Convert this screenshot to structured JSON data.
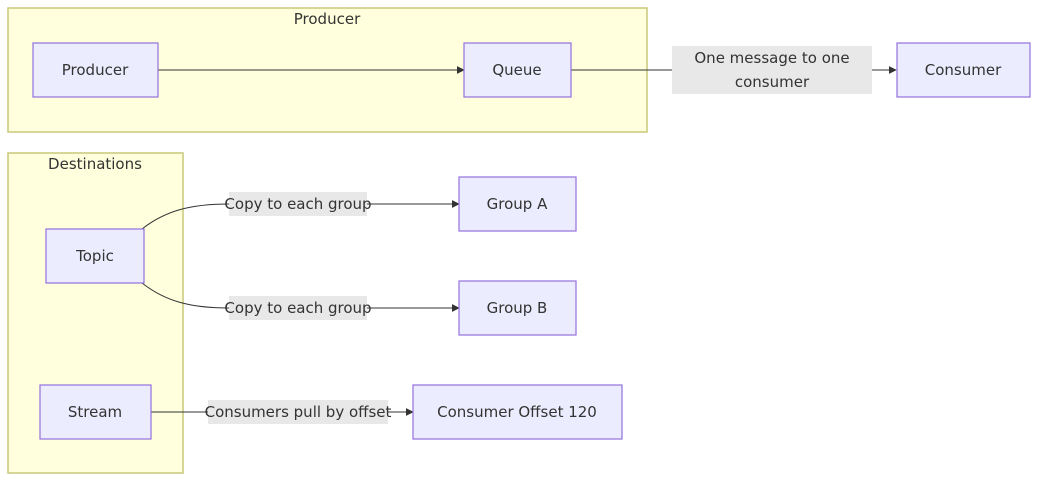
{
  "clusters": {
    "producer": "Producer",
    "destinations": "Destinations"
  },
  "nodes": {
    "producer": "Producer",
    "queue": "Queue",
    "consumer": "Consumer",
    "topic": "Topic",
    "group_a": "Group A",
    "group_b": "Group B",
    "stream": "Stream",
    "consumer_offset": "Consumer Offset 120"
  },
  "edges": {
    "queue_consumer_line1": "One message to one",
    "queue_consumer_line2": "consumer",
    "topic_group_a": "Copy to each group",
    "topic_group_b": "Copy to each group",
    "stream_consumer": "Consumers pull by offset"
  },
  "colors": {
    "cluster_fill": "#ffffde",
    "cluster_stroke": "#c8c87a",
    "node_fill": "#ececff",
    "node_stroke": "#9370db",
    "edge_label_bg": "#e8e8e8",
    "line": "#333333"
  }
}
